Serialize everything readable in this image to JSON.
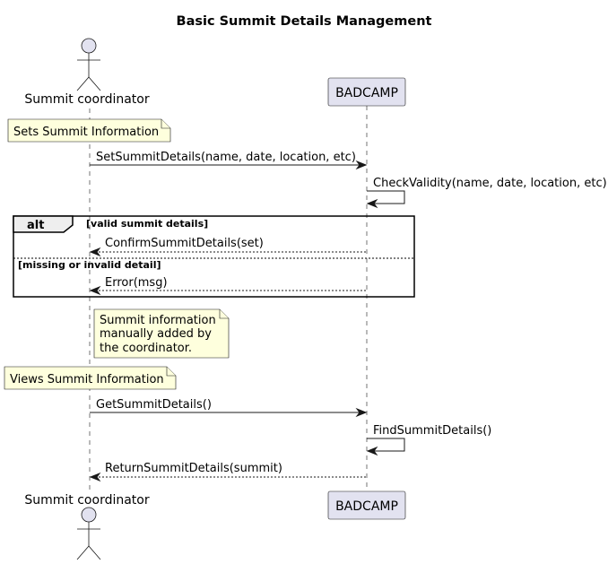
{
  "diagram": {
    "title": "Basic Summit Details Management",
    "participants": {
      "actor": "Summit coordinator",
      "system": "BADCAMP"
    },
    "notes": {
      "sets_info": "Sets Summit Information",
      "manual_line1": "Summit information",
      "manual_line2": "manually added by",
      "manual_line3": "the coordinator.",
      "views_info": "Views Summit Information"
    },
    "messages": {
      "set_details": "SetSummitDetails(name, date, location, etc)",
      "check_validity": "CheckValidity(name, date, location, etc)",
      "confirm": "ConfirmSummitDetails(set)",
      "error": "Error(msg)",
      "get_details": "GetSummitDetails()",
      "find_details": "FindSummitDetails()",
      "return_details": "ReturnSummitDetails(summit)"
    },
    "fragment": {
      "operator": "alt",
      "guard_1": "[valid summit details]",
      "guard_2": "[missing or invalid detail]"
    }
  }
}
